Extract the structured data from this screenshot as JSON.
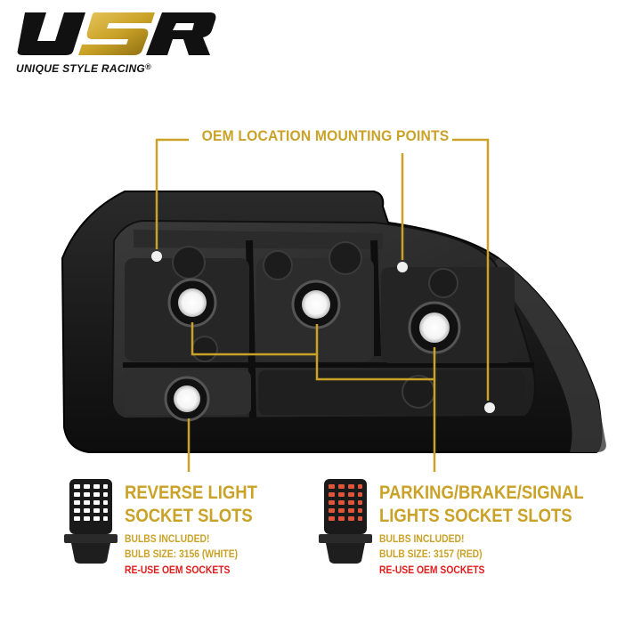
{
  "brand": {
    "logo_letters": "USR",
    "name": "UNIQUE STYLE RACING",
    "registered": "®",
    "colors": {
      "dark": "#111111",
      "gold": "#c9a227"
    }
  },
  "top_callout": {
    "label": "OEM LOCATION MOUNTING POINTS"
  },
  "left_callout": {
    "title_line1": "REVERSE LIGHT",
    "title_line2": "SOCKET SLOTS",
    "sub_line1": "BULBS INCLUDED!",
    "sub_line2": "BULB SIZE: 3156 (WHITE)",
    "note": "RE-USE OEM SOCKETS",
    "bulb_led_color": "#ffffff"
  },
  "right_callout": {
    "title_line1": "PARKING/BRAKE/SIGNAL",
    "title_line2": "LIGHTS SOCKET SLOTS",
    "sub_line1": "BULBS INCLUDED!",
    "sub_line2": "BULB SIZE: 3157 (RED)",
    "note": "RE-USE OEM SOCKETS",
    "bulb_led_color": "#e0553a"
  },
  "colors": {
    "accent": "#c9a227",
    "warning": "#e21b1b"
  }
}
